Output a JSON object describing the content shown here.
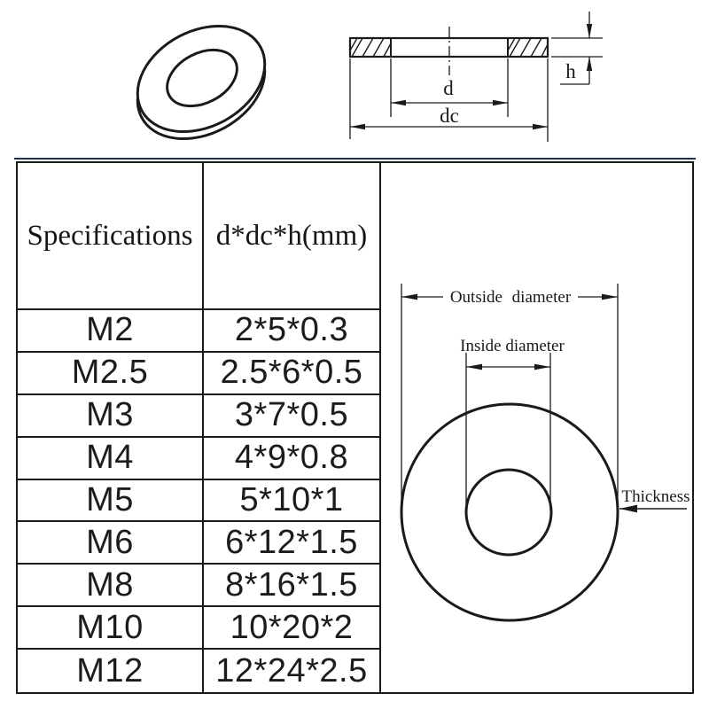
{
  "illustrations": {
    "washer_3d": {
      "name": "flat washer 3D outline"
    },
    "cross_section": {
      "inner_diameter_label": "d",
      "outer_diameter_label": "dc",
      "thickness_label": "h"
    },
    "ring_diagram": {
      "outside_diameter_label": "Outside diameter",
      "inside_diameter_label": "Inside diameter",
      "thickness_label": "Thickness"
    }
  },
  "table": {
    "headers": {
      "spec": "Specifications",
      "size": "d*dc*h(mm)"
    },
    "rows": [
      {
        "spec": "M2",
        "size": "2*5*0.3"
      },
      {
        "spec": "M2.5",
        "size": "2.5*6*0.5"
      },
      {
        "spec": "M3",
        "size": "3*7*0.5"
      },
      {
        "spec": "M4",
        "size": "4*9*0.8"
      },
      {
        "spec": "M5",
        "size": "5*10*1"
      },
      {
        "spec": "M6",
        "size": "6*12*1.5"
      },
      {
        "spec": "M8",
        "size": "8*16*1.5"
      },
      {
        "spec": "M10",
        "size": "10*20*2"
      },
      {
        "spec": "M12",
        "size": "12*24*2.5"
      }
    ]
  },
  "colors": {
    "line": "#1a1a1a",
    "accent_top_border": "#15325e",
    "background": "#ffffff"
  }
}
